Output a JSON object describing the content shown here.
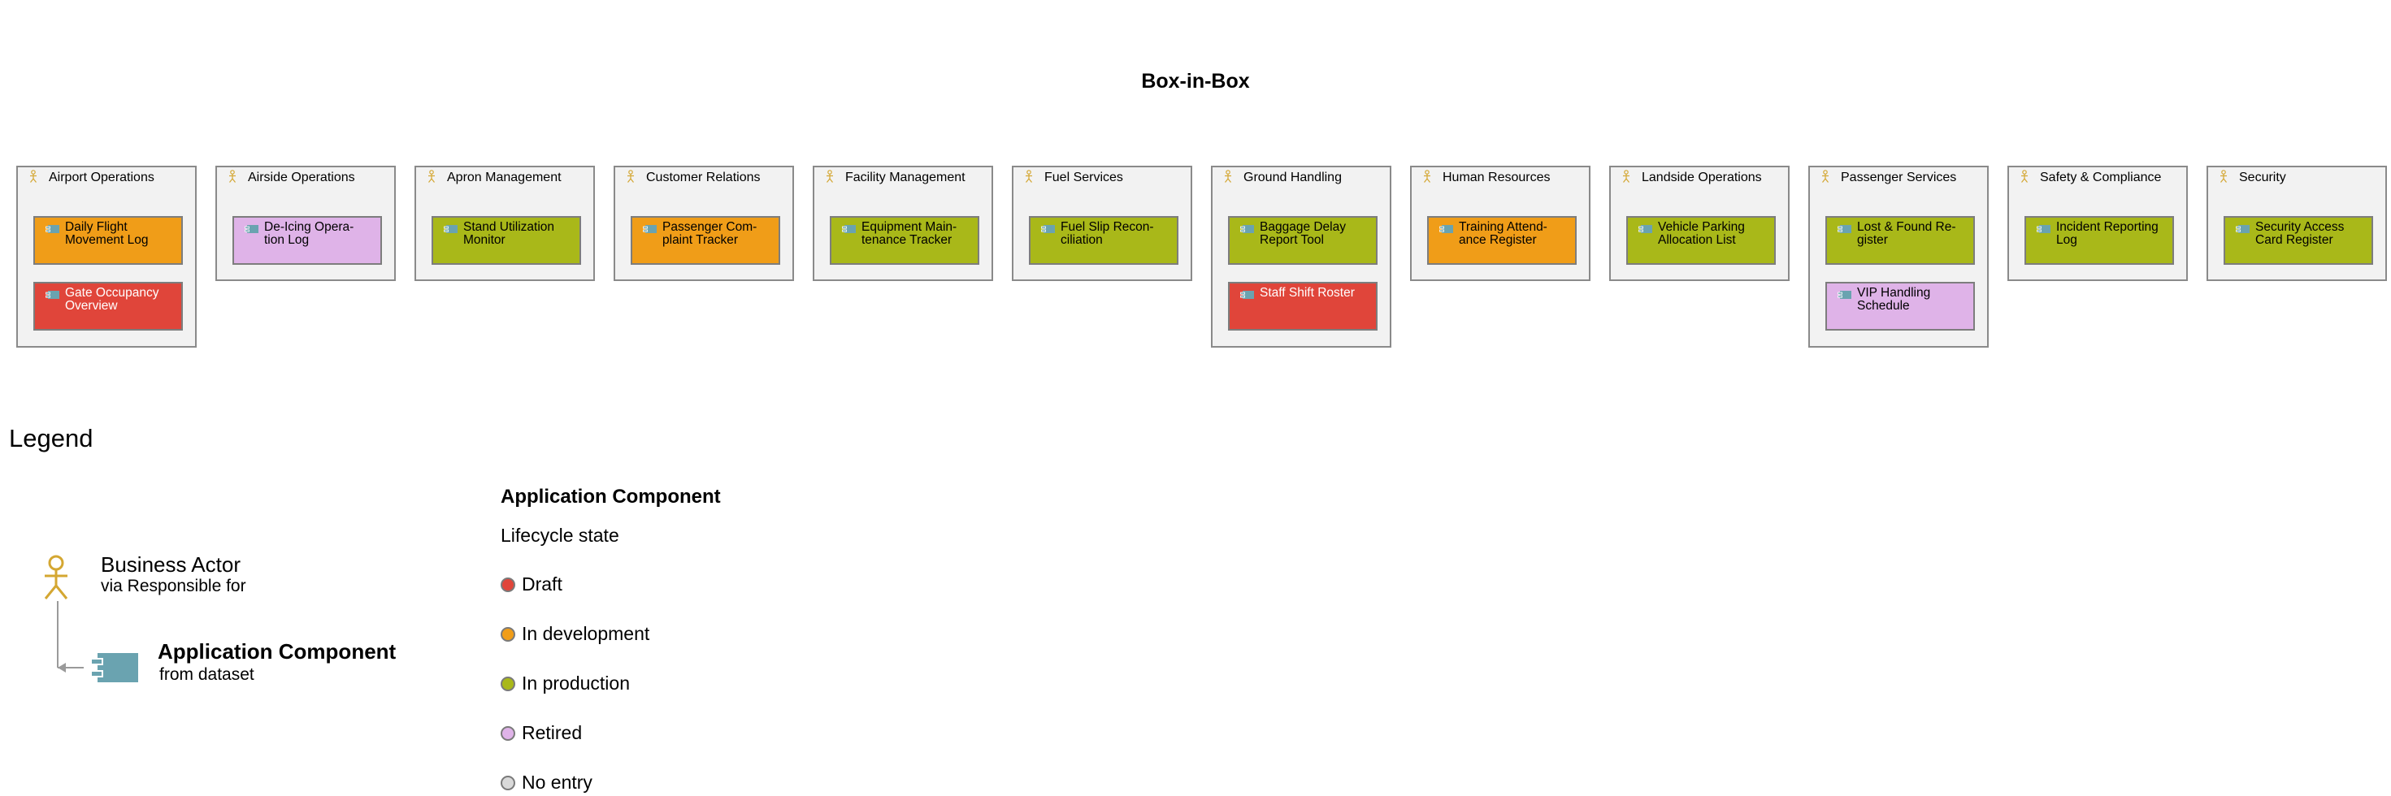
{
  "diagram": {
    "title": "Box-in-Box",
    "groups": [
      {
        "label": "Airport Operations",
        "apps": [
          {
            "label": "Daily Flight\nMovement Log",
            "state": "In development"
          },
          {
            "label": "Gate Occupancy\nOverview",
            "state": "Draft"
          }
        ]
      },
      {
        "label": "Airside Operations",
        "apps": [
          {
            "label": "De-Icing Opera-\ntion Log",
            "state": "Retired"
          }
        ]
      },
      {
        "label": "Apron Management",
        "apps": [
          {
            "label": "Stand Utilization\nMonitor",
            "state": "In production"
          }
        ]
      },
      {
        "label": "Customer Relations",
        "apps": [
          {
            "label": "Passenger Com-\nplaint Tracker",
            "state": "In development"
          }
        ]
      },
      {
        "label": "Facility Management",
        "apps": [
          {
            "label": "Equipment Main-\ntenance Tracker",
            "state": "In production"
          }
        ]
      },
      {
        "label": "Fuel Services",
        "apps": [
          {
            "label": "Fuel Slip Recon-\nciliation",
            "state": "In production"
          }
        ]
      },
      {
        "label": "Ground Handling",
        "apps": [
          {
            "label": "Baggage Delay\nReport Tool",
            "state": "In production"
          },
          {
            "label": "Staff Shift Roster",
            "state": "Draft"
          }
        ]
      },
      {
        "label": "Human Resources",
        "apps": [
          {
            "label": "Training Attend-\nance Register",
            "state": "In development"
          }
        ]
      },
      {
        "label": "Landside Operations",
        "apps": [
          {
            "label": "Vehicle Parking\nAllocation List",
            "state": "In production"
          }
        ]
      },
      {
        "label": "Passenger Services",
        "apps": [
          {
            "label": "Lost & Found Re-\ngister",
            "state": "In production"
          },
          {
            "label": "VIP Handling\nSchedule",
            "state": "Retired"
          }
        ]
      },
      {
        "label": "Safety & Compliance",
        "apps": [
          {
            "label": "Incident Reporting\nLog",
            "state": "In production"
          }
        ]
      },
      {
        "label": "Security",
        "apps": [
          {
            "label": "Security Access\nCard Register",
            "state": "In production"
          }
        ]
      }
    ]
  },
  "legend": {
    "title": "Legend",
    "actor": {
      "name": "Business Actor",
      "sub": "via Responsible for",
      "icon": "business-actor-icon"
    },
    "component": {
      "name": "Application Component",
      "sub": "from dataset",
      "icon": "application-component-icon"
    },
    "lifecycle": {
      "heading": "Application Component",
      "subheading": "Lifecycle state",
      "states": [
        {
          "label": "Draft",
          "color": "#e0453a"
        },
        {
          "label": "In development",
          "color": "#f09d18"
        },
        {
          "label": "In production",
          "color": "#a9b819"
        },
        {
          "label": "Retired",
          "color": "#dfb3e8"
        },
        {
          "label": "No entry",
          "color": "#d9d9d9"
        }
      ]
    }
  },
  "colors": {
    "group_fill": "#f2f2f2",
    "group_border": "#8a8a8a",
    "actor": "#d4a732",
    "component": "#6aa3b0"
  }
}
